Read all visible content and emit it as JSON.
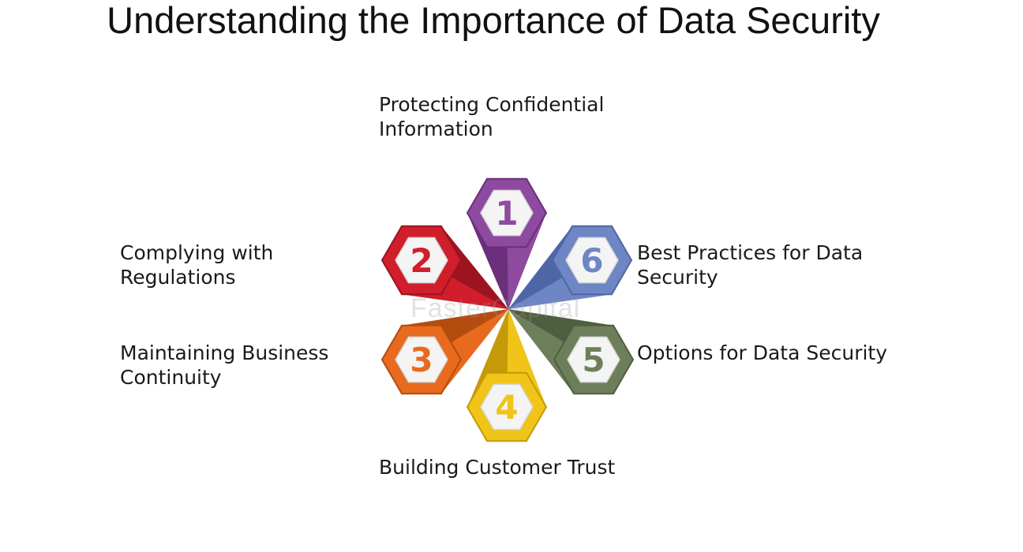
{
  "title": "Understanding the Importance of Data Security",
  "watermark": "FasterCapital",
  "petals": [
    {
      "number": "1",
      "label": "Protecting Confidential Information",
      "color": "#8e4a9e",
      "dark": "#6c2f7c"
    },
    {
      "number": "2",
      "label": "Complying with Regulations",
      "color": "#d01e2b",
      "dark": "#9c1420"
    },
    {
      "number": "3",
      "label": "Maintaining Business Continuity",
      "color": "#e86a1f",
      "dark": "#b44c10"
    },
    {
      "number": "4",
      "label": "Building Customer Trust",
      "color": "#f0c419",
      "dark": "#c49a08"
    },
    {
      "number": "5",
      "label": "Options for Data Security",
      "color": "#6d7f5a",
      "dark": "#4f5e40"
    },
    {
      "number": "6",
      "label": "Best Practices for Data Security",
      "color": "#6f86c4",
      "dark": "#4f66a6"
    }
  ]
}
